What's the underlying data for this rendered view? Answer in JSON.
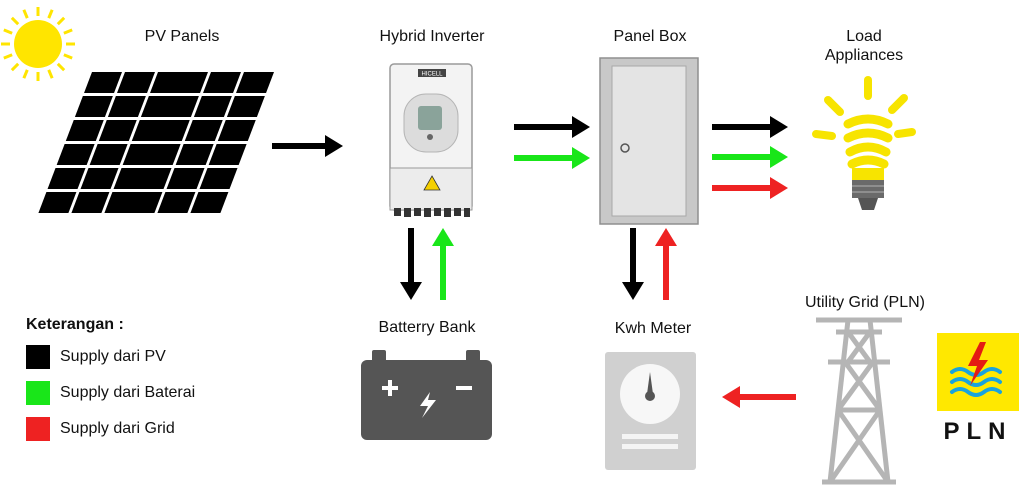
{
  "labels": {
    "pv_panels": "PV Panels",
    "hybrid_inverter": "Hybrid Inverter",
    "panel_box": "Panel Box",
    "load_line1": "Load",
    "load_line2": "Appliances",
    "battery_bank": "Batterry Bank",
    "kwh_meter": "Kwh Meter",
    "utility_grid": "Utility Grid (PLN)"
  },
  "inverter_brand": "HICELL",
  "logo_text": "PLN",
  "legend": {
    "title": "Keterangan :",
    "items": [
      {
        "label": "Supply dari PV",
        "color": "#000000"
      },
      {
        "label": "Supply dari Baterai",
        "color": "#19e619"
      },
      {
        "label": "Supply dari Grid",
        "color": "#ee2222"
      }
    ]
  },
  "colors": {
    "pv": "#000000",
    "battery": "#19e619",
    "grid": "#ee2222",
    "sun": "#ffe500",
    "bulb": "#f7e400",
    "pln_yellow": "#ffe800",
    "pln_blue": "#1aa3dc"
  },
  "icons": [
    "sun-icon",
    "solar-panel-icon",
    "inverter-icon",
    "panel-box-icon",
    "light-bulb-icon",
    "battery-icon",
    "kwh-meter-icon",
    "transmission-tower-icon",
    "pln-logo-icon"
  ]
}
